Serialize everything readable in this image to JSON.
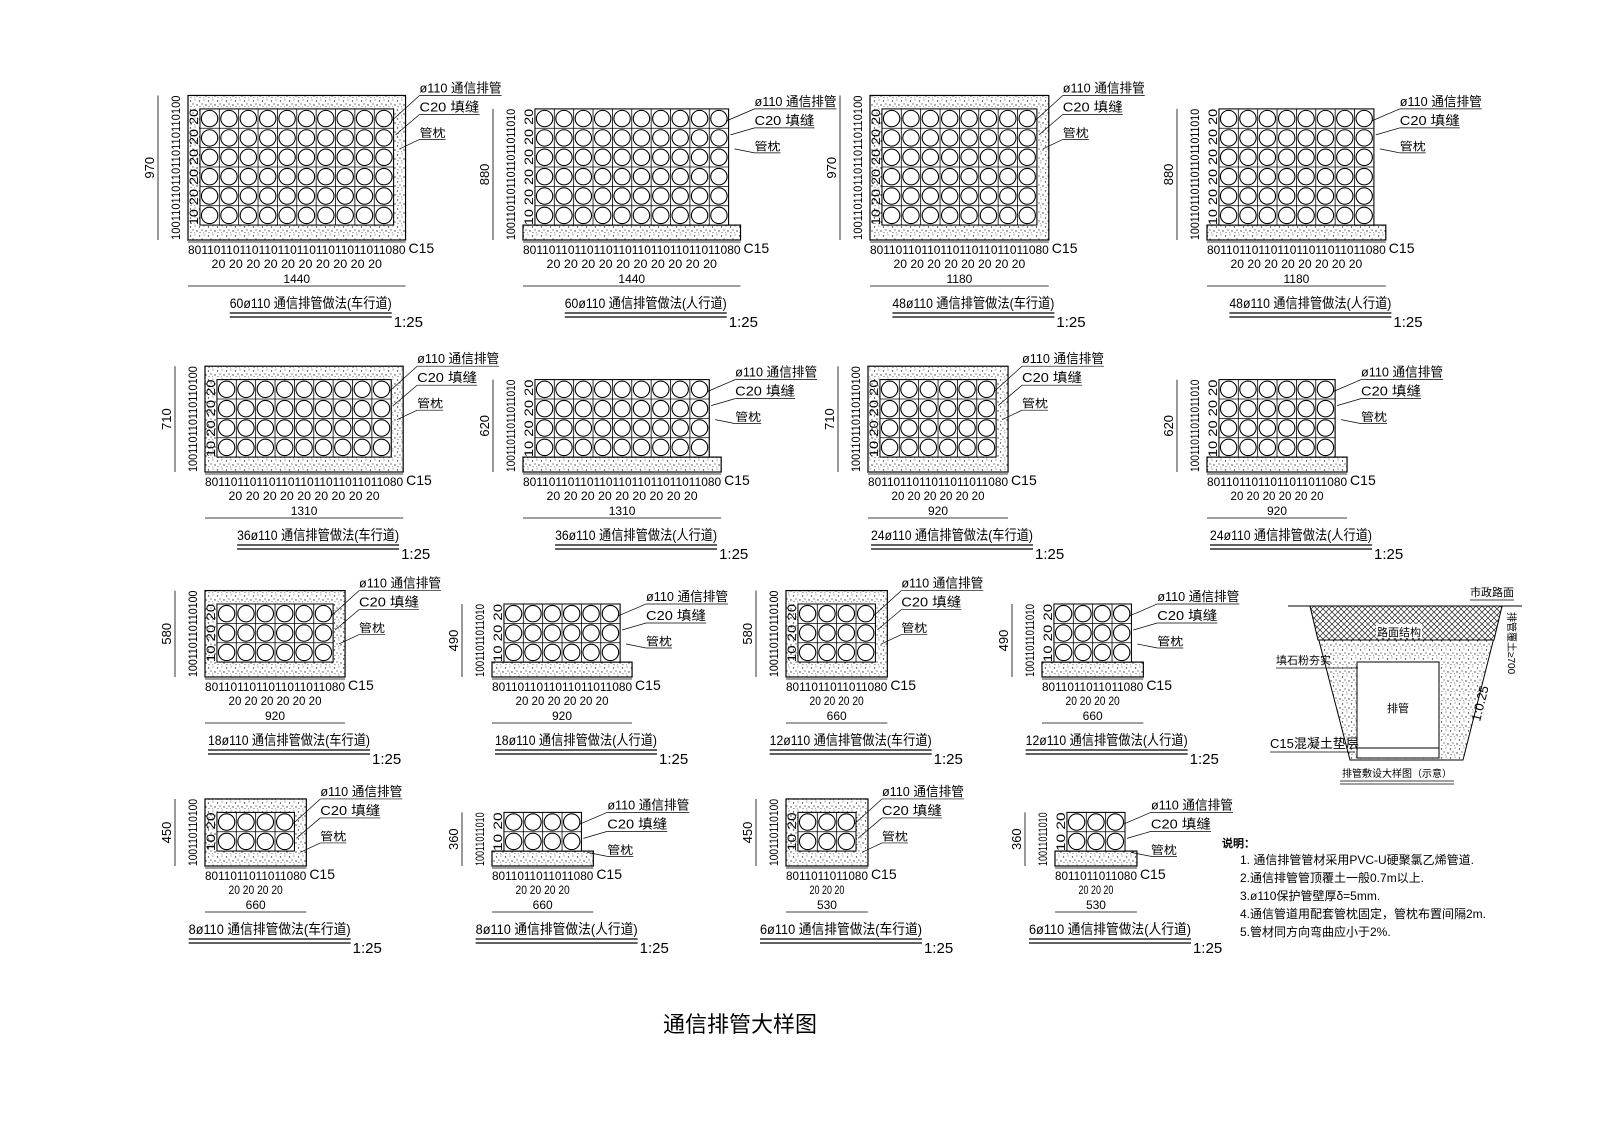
{
  "drawing_title": "通信排管大样图",
  "scale": "1:25",
  "labels": {
    "pipe": "ø110 通信排管",
    "fill": "C20 填缝",
    "saddle": "管枕",
    "base": "C15"
  },
  "dims": {
    "edge": "80",
    "pipe": "110",
    "gap": "20",
    "bottom": "100",
    "top": "10"
  },
  "details": [
    {
      "title": "60ø110 通信排管做法(车行道)",
      "type": "road",
      "cols": 10,
      "rows": 6,
      "width": "1440",
      "height": "970"
    },
    {
      "title": "60ø110 通信排管做法(人行道)",
      "type": "walk",
      "cols": 10,
      "rows": 6,
      "width": "1440",
      "height": "880"
    },
    {
      "title": "48ø110 通信排管做法(车行道)",
      "type": "road",
      "cols": 8,
      "rows": 6,
      "width": "1180",
      "height": "970"
    },
    {
      "title": "48ø110 通信排管做法(人行道)",
      "type": "walk",
      "cols": 8,
      "rows": 6,
      "width": "1180",
      "height": "880"
    },
    {
      "title": "36ø110 通信排管做法(车行道)",
      "type": "road",
      "cols": 9,
      "rows": 4,
      "width": "1310",
      "height": "710"
    },
    {
      "title": "36ø110 通信排管做法(人行道)",
      "type": "walk",
      "cols": 9,
      "rows": 4,
      "width": "1310",
      "height": "620"
    },
    {
      "title": "24ø110 通信排管做法(车行道)",
      "type": "road",
      "cols": 6,
      "rows": 4,
      "width": "920",
      "height": "710"
    },
    {
      "title": "24ø110 通信排管做法(人行道)",
      "type": "walk",
      "cols": 6,
      "rows": 4,
      "width": "920",
      "height": "620"
    },
    {
      "title": "18ø110 通信排管做法(车行道)",
      "type": "road",
      "cols": 6,
      "rows": 3,
      "width": "920",
      "height": "580"
    },
    {
      "title": "18ø110 通信排管做法(人行道)",
      "type": "walk",
      "cols": 6,
      "rows": 3,
      "width": "920",
      "height": "490"
    },
    {
      "title": "12ø110 通信排管做法(车行道)",
      "type": "road",
      "cols": 4,
      "rows": 3,
      "width": "660",
      "height": "580"
    },
    {
      "title": "12ø110 通信排管做法(人行道)",
      "type": "walk",
      "cols": 4,
      "rows": 3,
      "width": "660",
      "height": "490"
    },
    {
      "title": "8ø110 通信排管做法(车行道)",
      "type": "road",
      "cols": 4,
      "rows": 2,
      "width": "660",
      "height": "450"
    },
    {
      "title": "8ø110 通信排管做法(人行道)",
      "type": "walk",
      "cols": 4,
      "rows": 2,
      "width": "660",
      "height": "360"
    },
    {
      "title": "6ø110 通信排管做法(车行道)",
      "type": "road",
      "cols": 3,
      "rows": 2,
      "width": "530",
      "height": "450"
    },
    {
      "title": "6ø110 通信排管做法(人行道)",
      "type": "walk",
      "cols": 3,
      "rows": 2,
      "width": "530",
      "height": "360"
    }
  ],
  "trench": {
    "road_surface": "市政路面",
    "pavement": "路面结构",
    "backfill": "填石粉夯实",
    "duct": "排管",
    "slope": "1:0.25",
    "cover": "排管覆土≥700",
    "base": "C15混凝土垫层",
    "caption": "排管敷设大样图（示意）"
  },
  "notes": {
    "heading": "说明：",
    "items": [
      "1. 通信排管管材采用PVC-U硬聚氯乙烯管道.",
      "2.通信排管管顶覆土一般0.7m以上.",
      "3.ø110保护管壁厚δ=5mm.",
      "4.通信管道用配套管枕固定，管枕布置间隔2m.",
      "5.管材同方向弯曲应小于2%."
    ]
  }
}
